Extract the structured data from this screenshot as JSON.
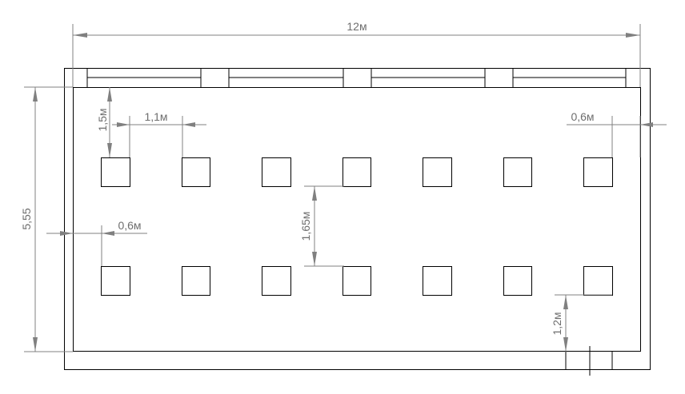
{
  "colors": {
    "outline": "#000000",
    "dimension_line": "#808080",
    "dimension_text": "#6e6e6e",
    "background": "#ffffff"
  },
  "plan": {
    "rows": 2,
    "columns": 7
  },
  "dimensions": {
    "total_length": "12м",
    "total_width": "5,55",
    "window_spacing": "1,1м",
    "offset_top": "1,5м",
    "wall_clearance_right": "0,6м",
    "wall_clearance_left": "0,6м",
    "row_gap": "1,65м",
    "offset_bottom": "1,2м"
  }
}
